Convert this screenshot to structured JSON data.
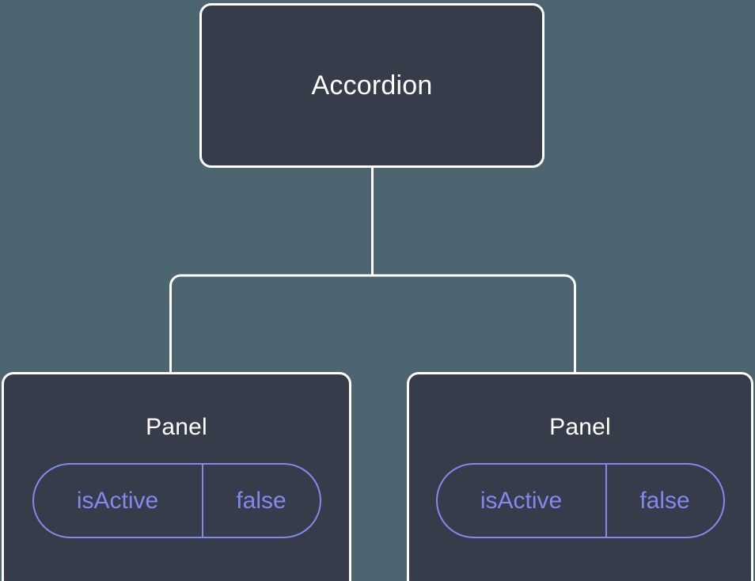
{
  "canvas": {
    "background_color": "#4c6571",
    "node_fill_color": "#373c4b",
    "node_border_color": "#ffffff",
    "connector_color": "#ffffff",
    "prop_accent_color": "#8189ee"
  },
  "tree": {
    "root": {
      "label": "Accordion"
    },
    "children": [
      {
        "label": "Panel",
        "props": [
          {
            "key": "isActive",
            "value": "false"
          }
        ]
      },
      {
        "label": "Panel",
        "props": [
          {
            "key": "isActive",
            "value": "false"
          }
        ]
      }
    ]
  }
}
